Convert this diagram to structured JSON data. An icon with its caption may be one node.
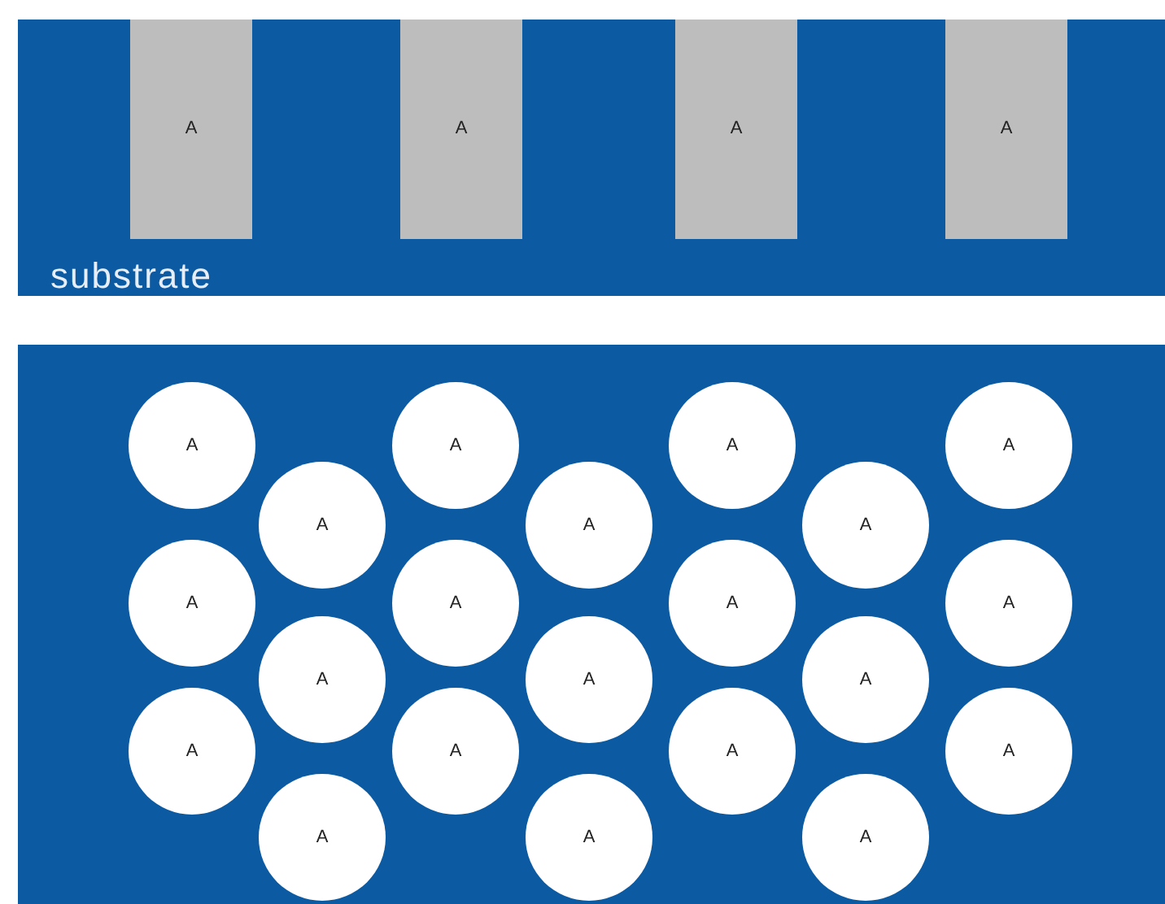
{
  "diagram": {
    "nodes": [
      {
        "text": [
          "substrate"
        ]
      },
      {
        "text": [
          "A"
        ],
        "in": 0
      },
      {
        "text": [
          "A"
        ],
        "in": 0
      },
      {
        "text": [
          "A"
        ],
        "in": 0
      },
      {
        "text": [
          "A"
        ],
        "in": 0
      },
      {
        "text": [],
        "shape": "box"
      },
      {
        "text": [
          "A"
        ],
        "in": 5
      },
      {
        "text": [
          "A"
        ],
        "in": 5
      },
      {
        "text": [
          "A"
        ],
        "in": 5
      },
      {
        "text": [
          "A"
        ],
        "in": 5
      },
      {
        "text": [
          "A"
        ],
        "in": 5
      },
      {
        "text": [
          "A"
        ],
        "in": 5
      },
      {
        "text": [
          "A"
        ],
        "in": 5
      },
      {
        "text": [
          "A"
        ],
        "in": 5
      },
      {
        "text": [
          "A"
        ],
        "in": 5
      },
      {
        "text": [
          "A"
        ],
        "in": 5
      },
      {
        "text": [
          "A"
        ],
        "in": 5
      },
      {
        "text": [
          "A"
        ],
        "in": 5
      },
      {
        "text": [
          "A"
        ],
        "in": 5
      },
      {
        "text": [
          "A"
        ],
        "in": 5
      },
      {
        "text": [
          "A"
        ],
        "in": 5
      },
      {
        "text": [
          "A"
        ],
        "in": 5
      },
      {
        "text": [
          "A"
        ],
        "in": 5
      },
      {
        "text": [
          "A"
        ],
        "in": 5
      },
      {
        "text": [
          "A"
        ],
        "in": 5
      },
      {
        "text": [
          "A"
        ],
        "in": 5
      },
      {
        "text": [
          "A"
        ],
        "in": 5
      }
    ]
  }
}
